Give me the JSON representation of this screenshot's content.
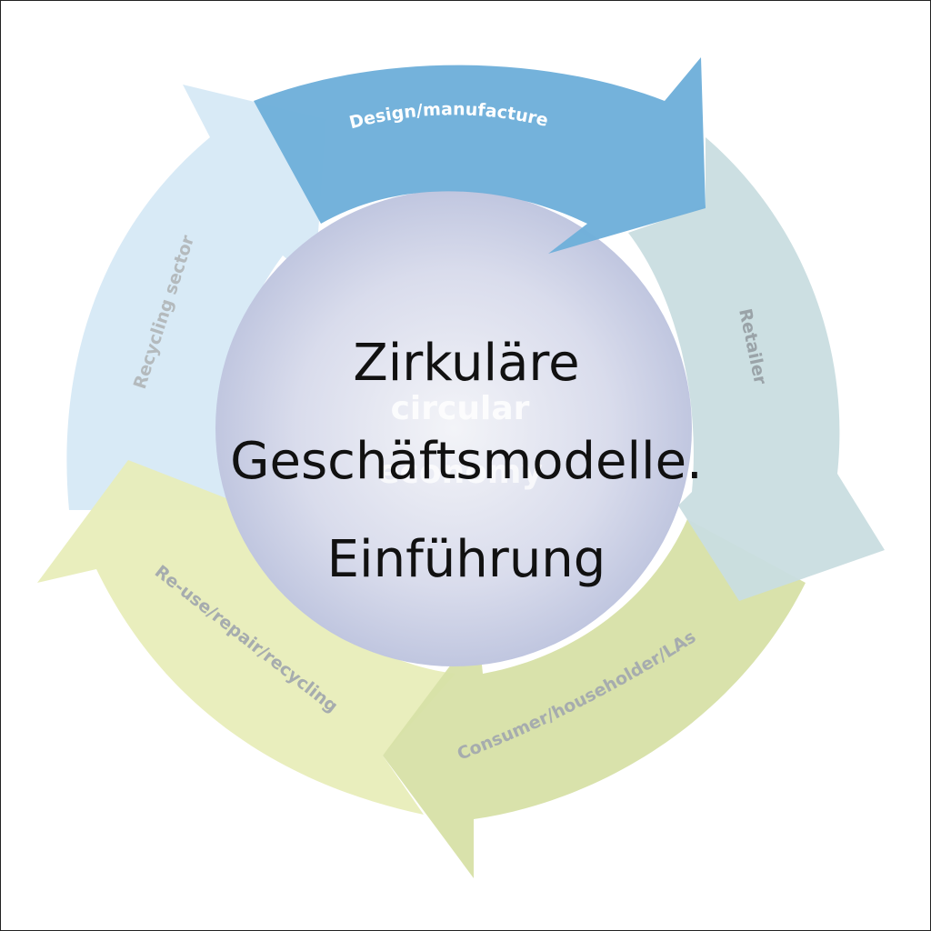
{
  "diagram": {
    "center_label": [
      "circular",
      "economy"
    ],
    "segments": [
      {
        "label": "Design/manufacture",
        "color": "#6fb0da"
      },
      {
        "label": "Retailer",
        "color": "#c9dde0"
      },
      {
        "label": "Consumer/householder/LAs",
        "color": "#d7e0a6"
      },
      {
        "label": "Re-use/repair/recycling",
        "color": "#e8edb9"
      },
      {
        "label": "Recycling sector",
        "color": "#d6e9f6"
      }
    ]
  },
  "overlay_title": {
    "line1": "Zirkuläre",
    "line2": "Geschäftsmodelle.",
    "line3": "Einführung"
  }
}
